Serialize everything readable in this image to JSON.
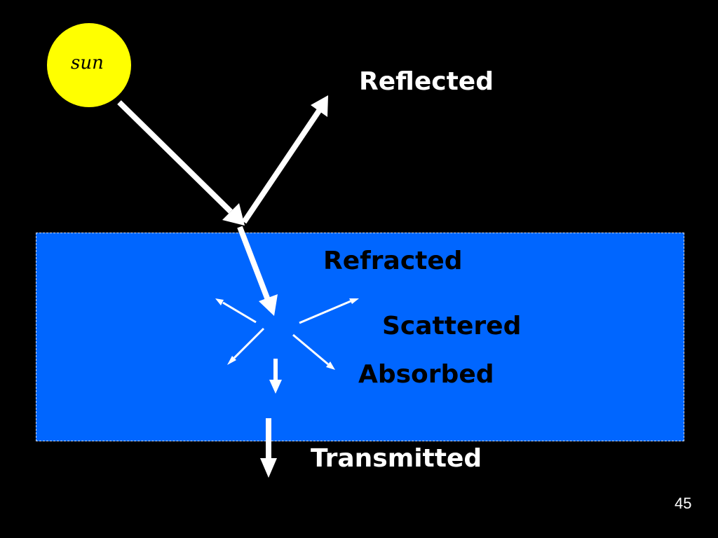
{
  "colors": {
    "background": "#000000",
    "water": "#0066ff",
    "sun": "#ffff00",
    "arrow": "#ffffff"
  },
  "sun": {
    "label": "sun"
  },
  "labels": {
    "reflected": "Reflected",
    "refracted": "Refracted",
    "scattered": "Scattered",
    "absorbed": "Absorbed",
    "transmitted": "Transmitted"
  },
  "page_number": "45"
}
